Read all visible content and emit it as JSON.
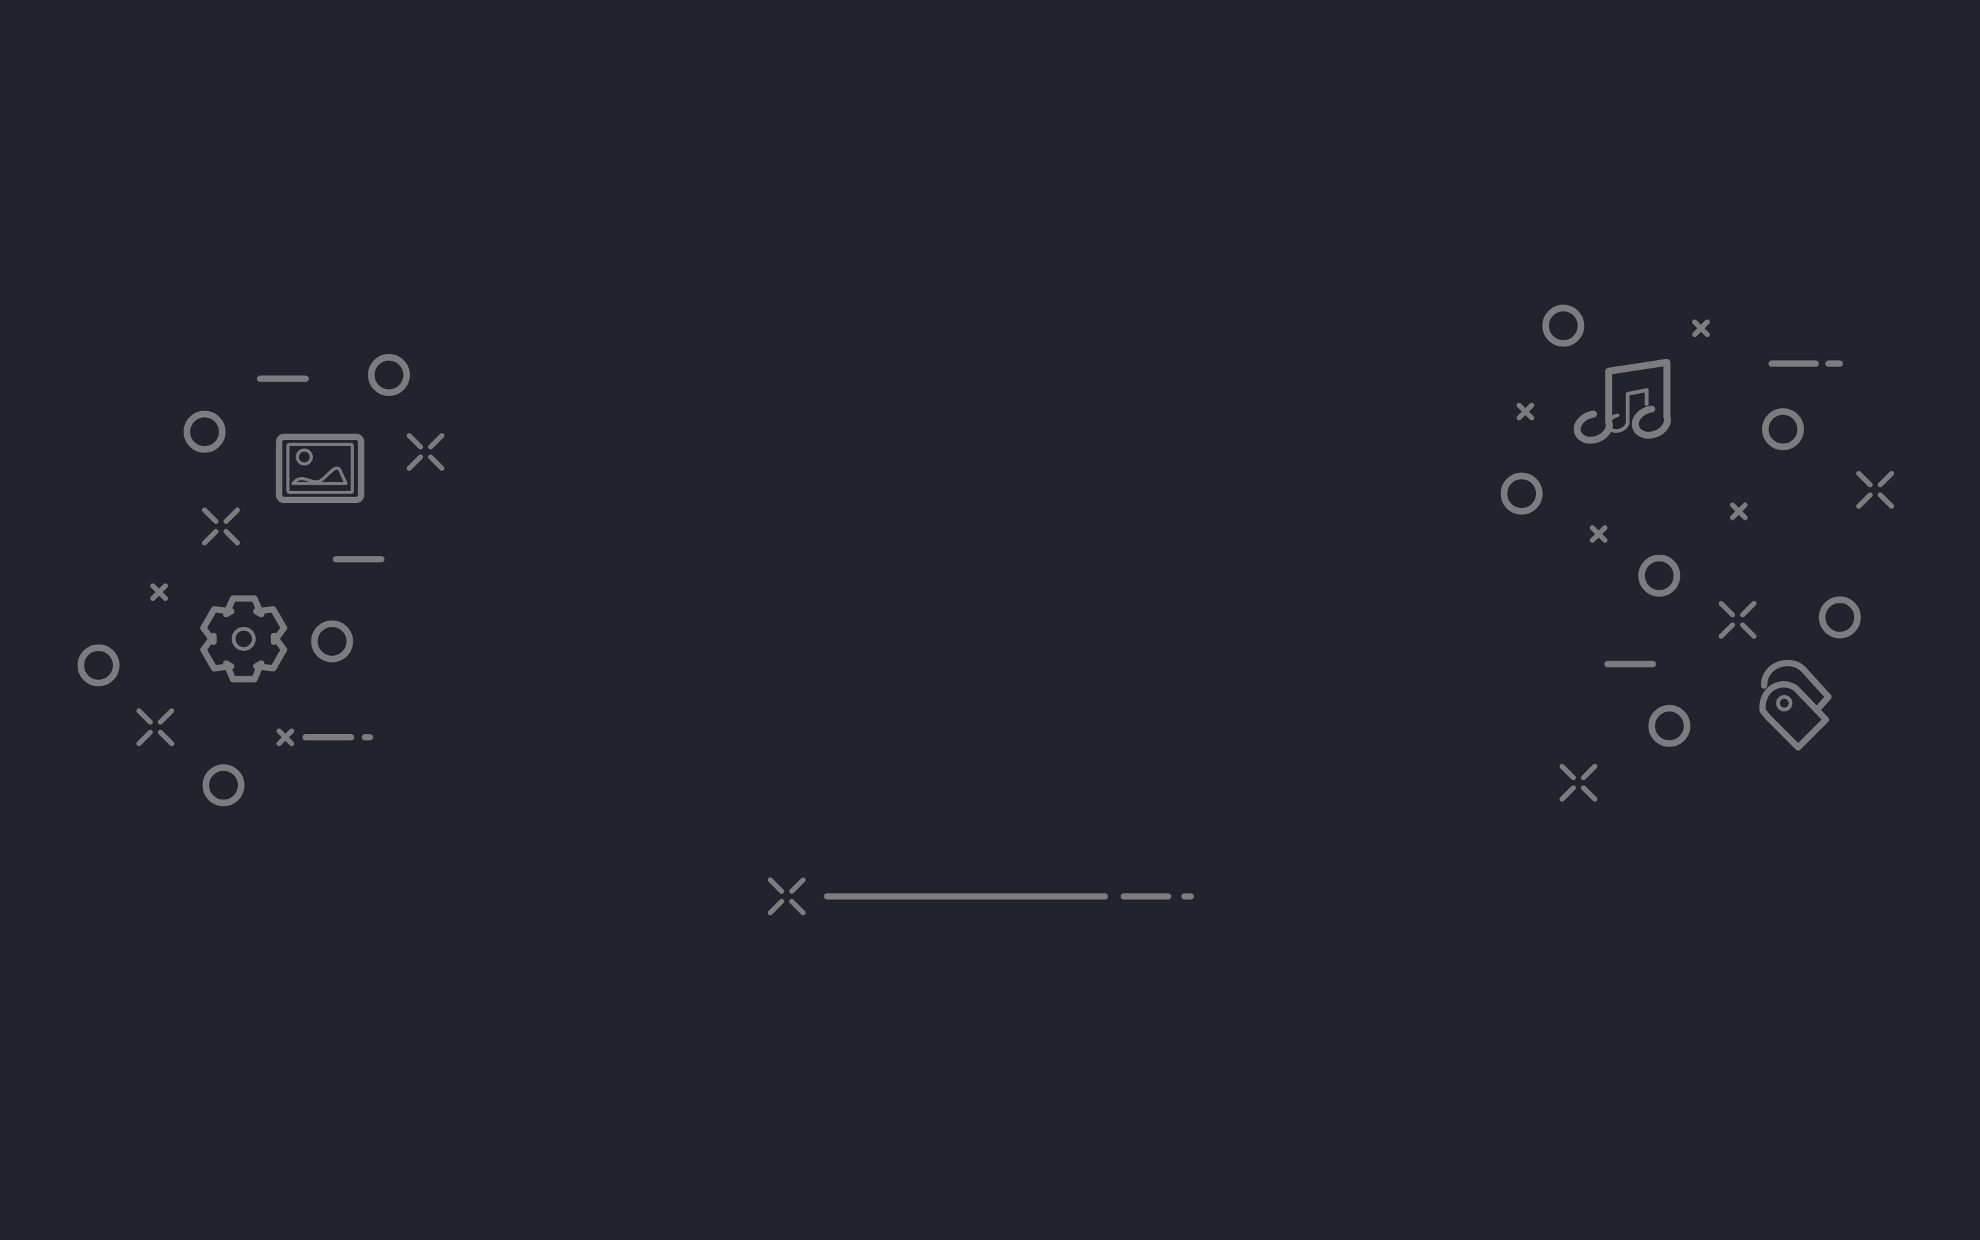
{
  "screen": {
    "background": "#21242c",
    "glyph_color": "#7b7c80"
  },
  "left_cluster": {
    "icons": [
      "image-icon",
      "gear-icon"
    ],
    "decor": [
      "circle",
      "dash",
      "sparkle",
      "cross",
      "progress-dashes"
    ]
  },
  "right_cluster": {
    "icons": [
      "music-note-icon",
      "tag-icon"
    ],
    "decor": [
      "circle",
      "dash",
      "sparkle",
      "cross"
    ]
  },
  "loading_indicator": {
    "state": "loading",
    "icon": "sparkle-icon"
  }
}
